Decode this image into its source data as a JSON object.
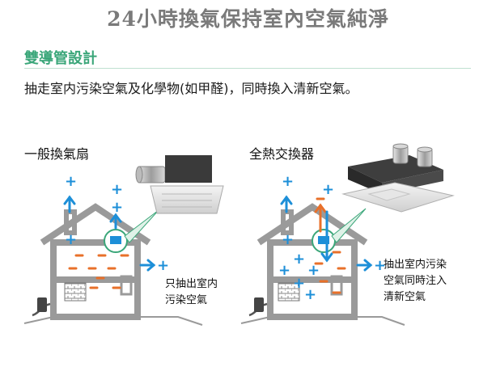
{
  "header": {
    "title": "24小時換氣保持室內空氣純淨"
  },
  "section": {
    "title": "雙導管設計",
    "description": "抽走室内污染空氣及化學物(如甲醛)，同時換入清新空氣。"
  },
  "comparison": {
    "left": {
      "heading": "一般換氣扇",
      "caption_lines": [
        "只抽出室内",
        "污染空氣"
      ]
    },
    "right": {
      "heading": "全熱交換器",
      "caption_lines": [
        "抽出室内污染",
        "空氣同時注入",
        "清新空氣"
      ]
    }
  },
  "colors": {
    "accent_green": "#3aa679",
    "fresh_air_blue": "#1d8fd8",
    "polluted_air_orange": "#e8702a",
    "house_outline": "#9a9a9a"
  },
  "legend_symbols": {
    "fresh_air": "+",
    "polluted_air": "–"
  }
}
